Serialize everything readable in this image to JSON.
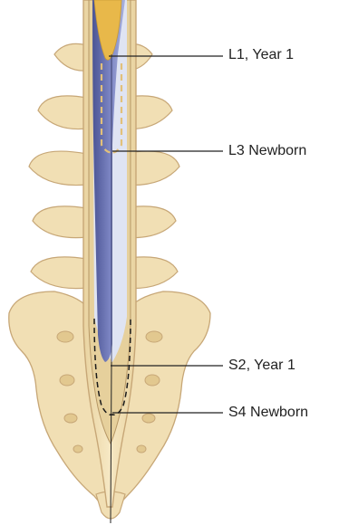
{
  "labels": {
    "l1_year1": "L1, Year 1",
    "l3_newborn": "L3 Newborn",
    "s2_year1": "S2, Year 1",
    "s4_newborn": "S4 Newborn"
  },
  "colors": {
    "bone": "#f1dfb4",
    "bone_outline": "#c7a777",
    "dura": "#d8c08a",
    "csf": "#dfe4f3",
    "spinal_cord": "#6b74b3",
    "conus": "#e8b84a",
    "leader_line": "#222222"
  }
}
